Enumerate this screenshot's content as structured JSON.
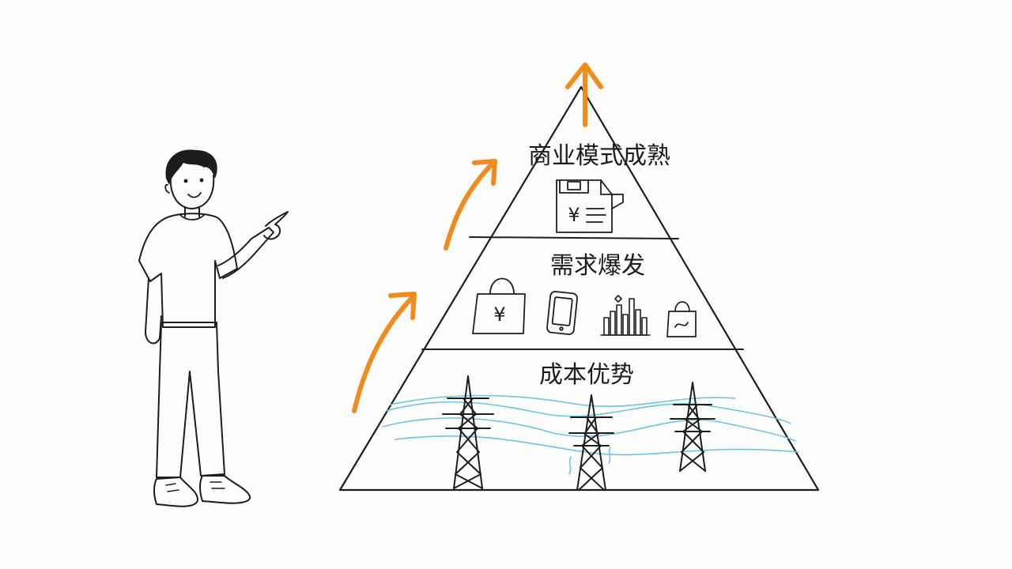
{
  "pyramid": {
    "levels": [
      {
        "label": "商业模式成熟",
        "icon": "contract-document-icon"
      },
      {
        "label": "需求爆发",
        "icon": "shopping-demand-icons"
      },
      {
        "label": "成本优势",
        "icon": "power-transmission-tower-icons"
      }
    ]
  },
  "icons": {
    "top_icon_glyph": "¥",
    "bag_glyph": "¥"
  },
  "colors": {
    "accent": "#f28a1c",
    "wire": "#6cc4e2",
    "shoe": "#2f7fd6",
    "pants": "#6d6d6d",
    "ink": "#1d1d1d"
  }
}
